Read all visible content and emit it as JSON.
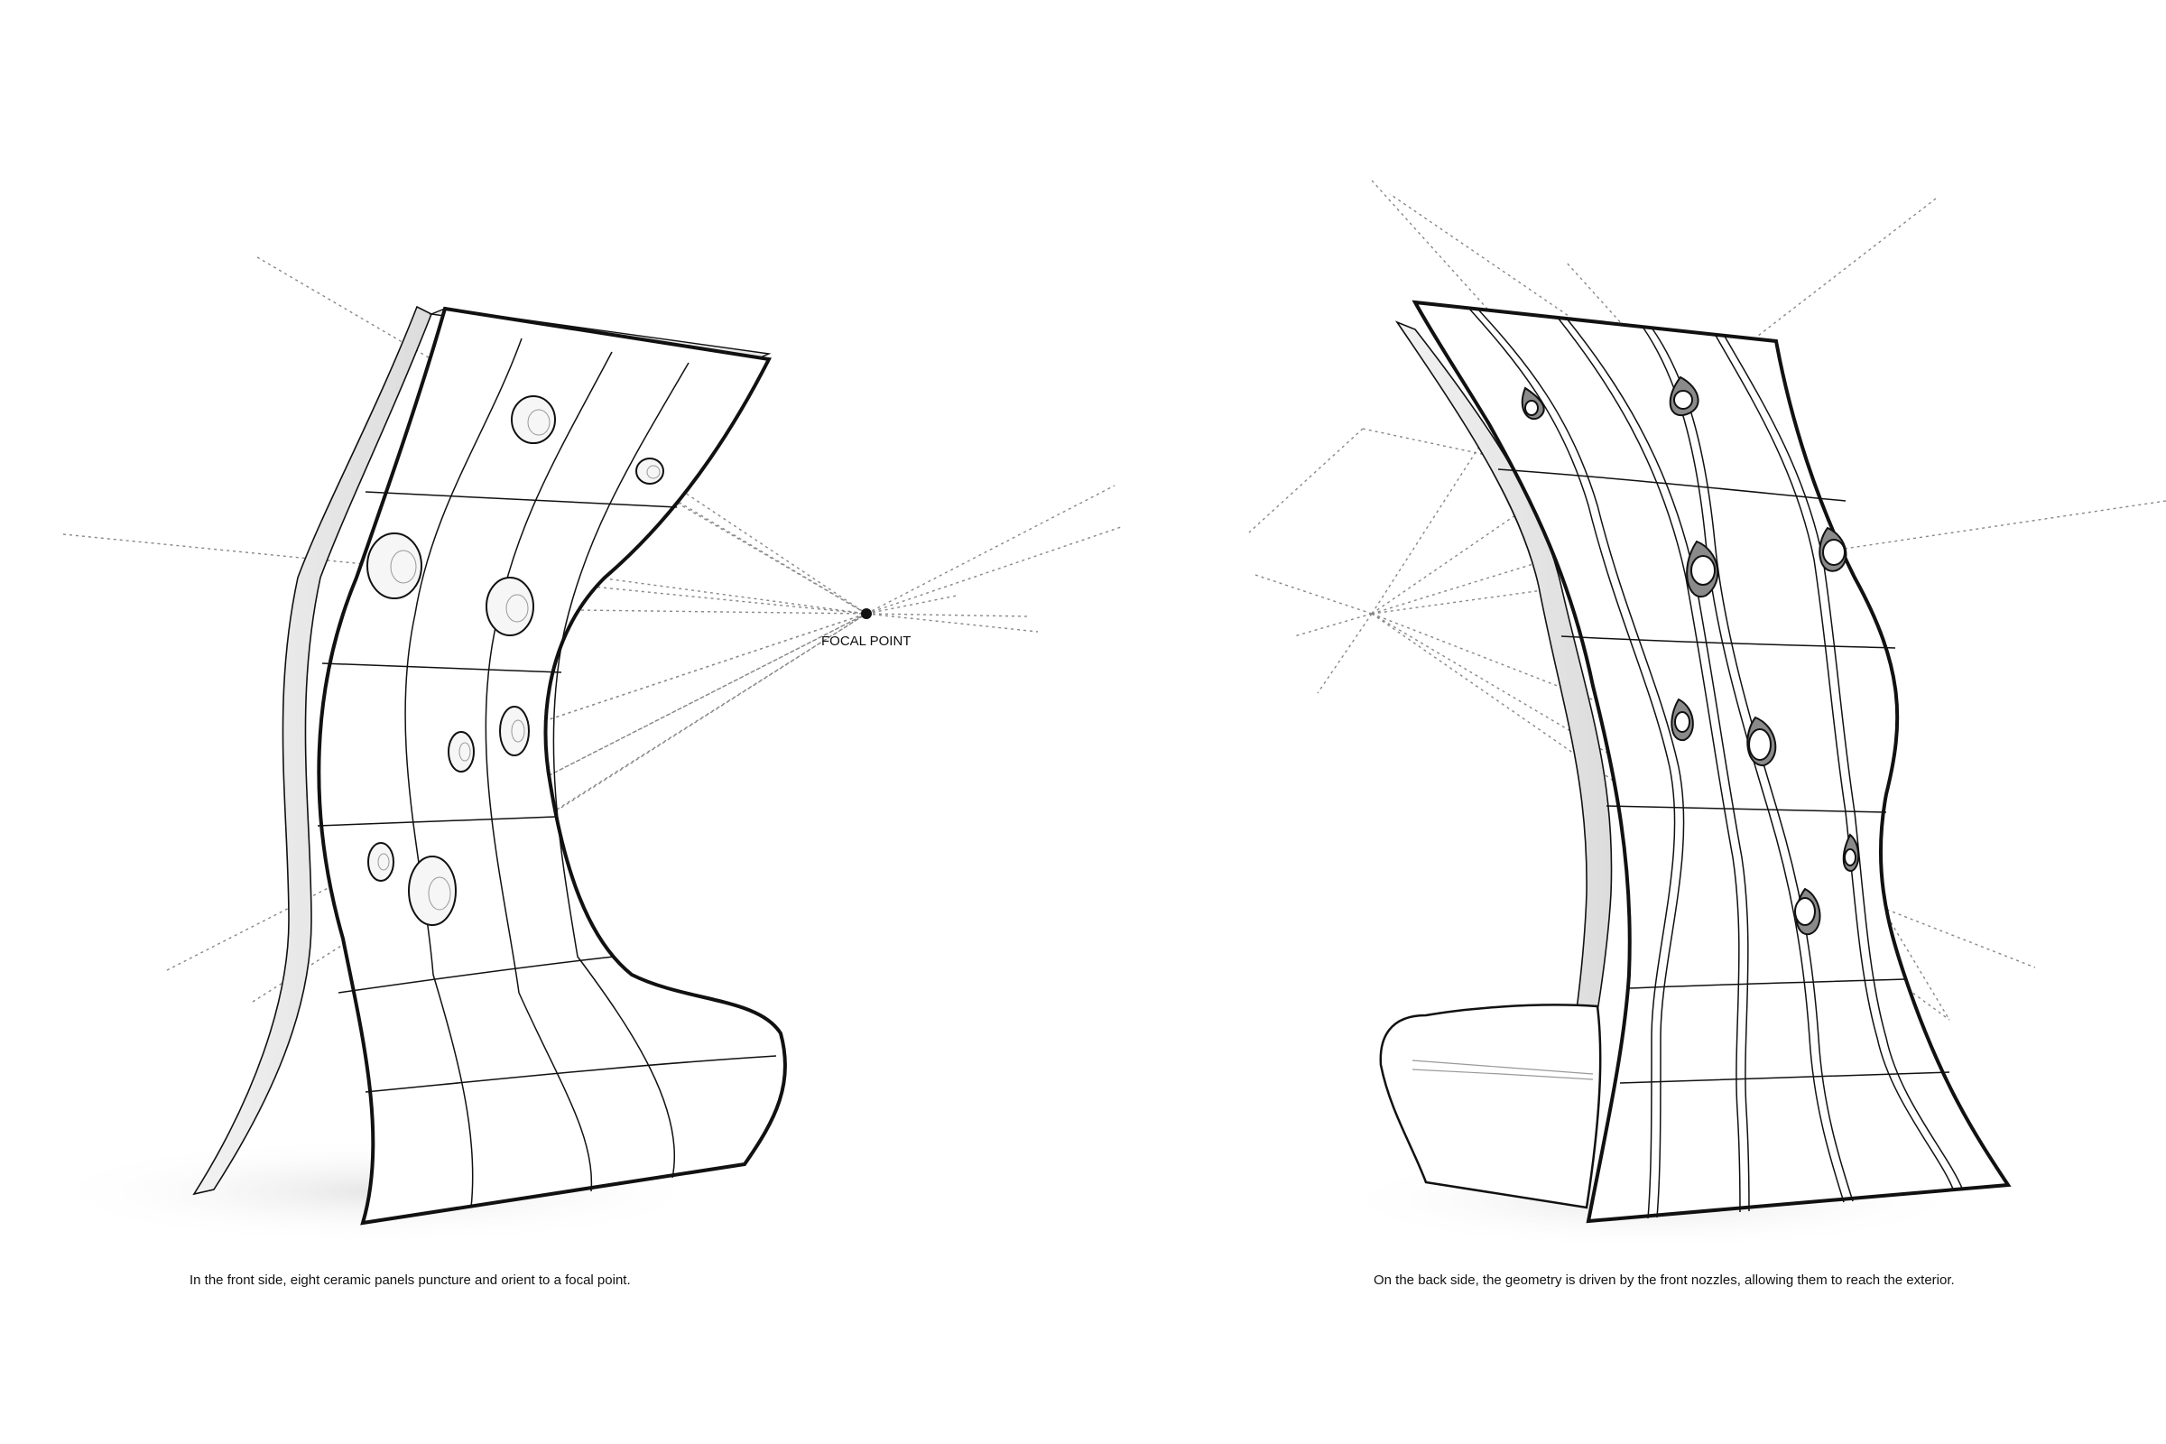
{
  "diagram": {
    "focal_point_label": "FOCAL POINT",
    "captions": {
      "front": "In the front side, eight ceramic panels puncture and orient to a focal point.",
      "back": "On the back side, the geometry is driven by the front nozzles, allowing them to reach the exterior."
    },
    "colors": {
      "outline": "#111111",
      "panel": "#ffffff",
      "shadow": "#eeeeee",
      "ray": "#888888",
      "nozzle_fill": "#8a8a8a"
    }
  }
}
